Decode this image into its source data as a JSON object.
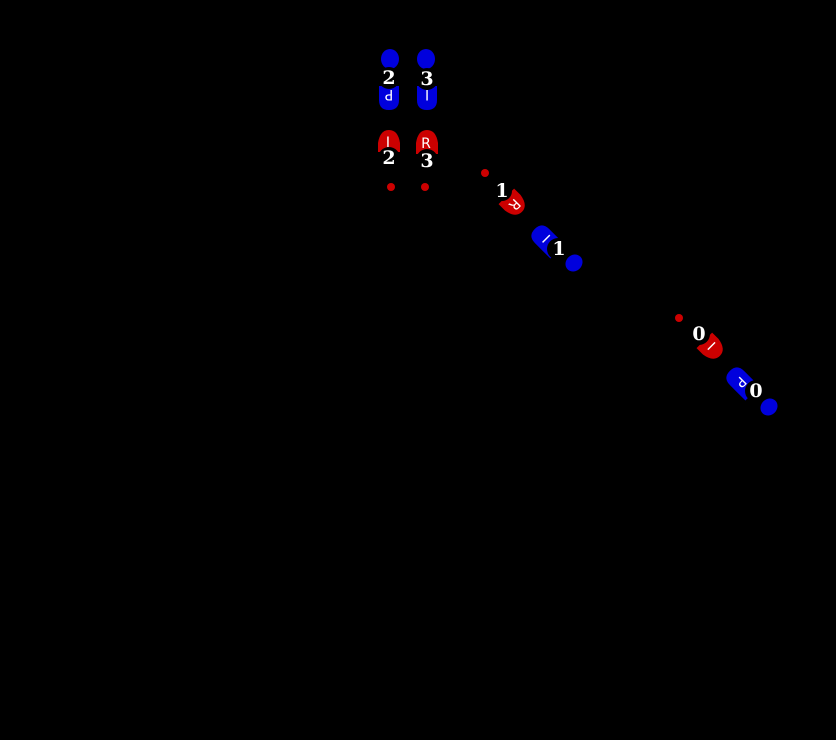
{
  "diagram": {
    "type": "dance-footprint-steps",
    "background": "#000000",
    "colors": {
      "leader": "#0000dd",
      "follower": "#cc0000",
      "label": "#ffffff",
      "label_disc": "#000000"
    },
    "leader_steps": [
      {
        "step": "0",
        "foot_letter": "P",
        "angle": -45
      },
      {
        "step": "1",
        "foot_letter": "I",
        "angle": -45
      },
      {
        "step": "2",
        "foot_letter": "P",
        "angle": 180
      },
      {
        "step": "3",
        "foot_letter": "I",
        "angle": 180
      }
    ],
    "follower_steps": [
      {
        "step": "0",
        "foot_letter": "I",
        "angle": -45
      },
      {
        "step": "1",
        "foot_letter": "R",
        "angle": -45
      },
      {
        "step": "2",
        "foot_letter": "I",
        "angle": 0
      },
      {
        "step": "3",
        "foot_letter": "R",
        "angle": 0
      }
    ]
  }
}
